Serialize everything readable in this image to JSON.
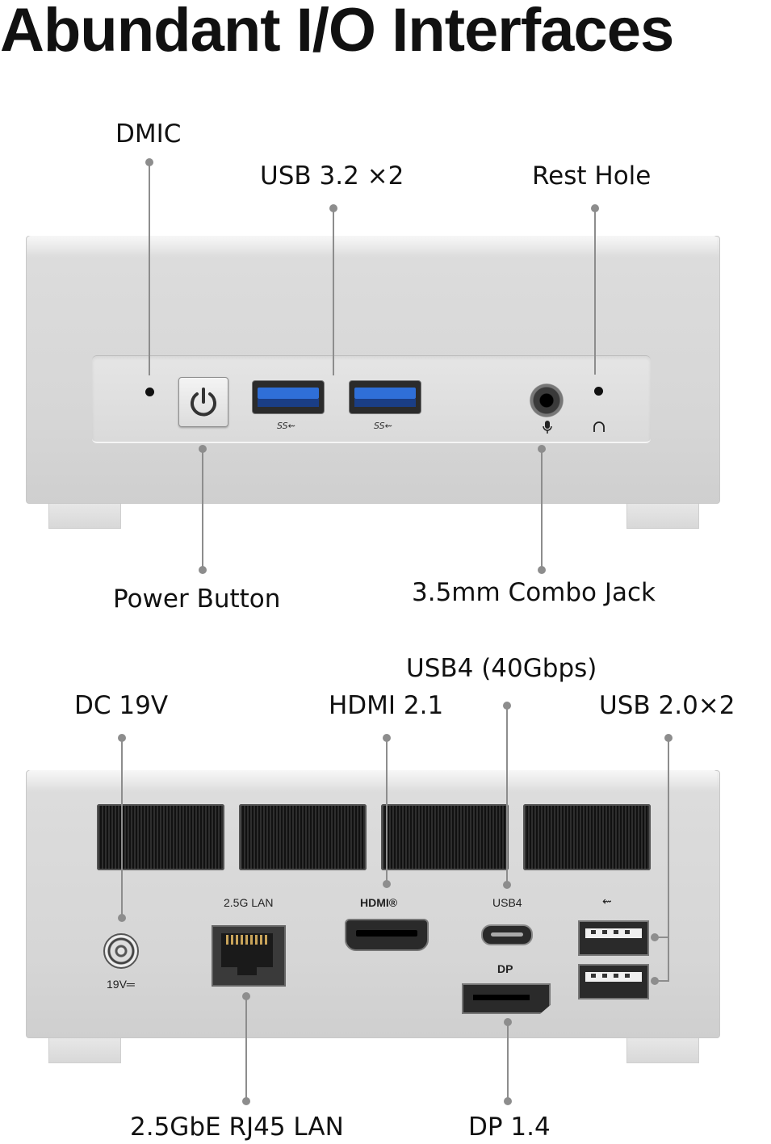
{
  "title": "Abundant I/O Interfaces",
  "front": {
    "labels": {
      "dmic": "DMIC",
      "usb32": "USB 3.2 ×2",
      "rest_hole": "Rest Hole",
      "power_button": "Power Button",
      "combo_jack": "3.5mm Combo Jack"
    },
    "port_marks": {
      "ss1": "SS⇜",
      "ss2": "SS⇜"
    }
  },
  "rear": {
    "labels": {
      "dc": "DC 19V",
      "hdmi": "HDMI 2.1",
      "usb4": "USB4 (40Gbps)",
      "usb2": "USB 2.0×2",
      "lan": "2.5GbE RJ45 LAN",
      "dp": "DP 1.4"
    },
    "port_marks": {
      "lan": "2.5G LAN",
      "hdmi": "HDMI®",
      "usb4": "USB4",
      "dp": "DP",
      "usb2": "⇜",
      "dc": "19V═"
    }
  }
}
